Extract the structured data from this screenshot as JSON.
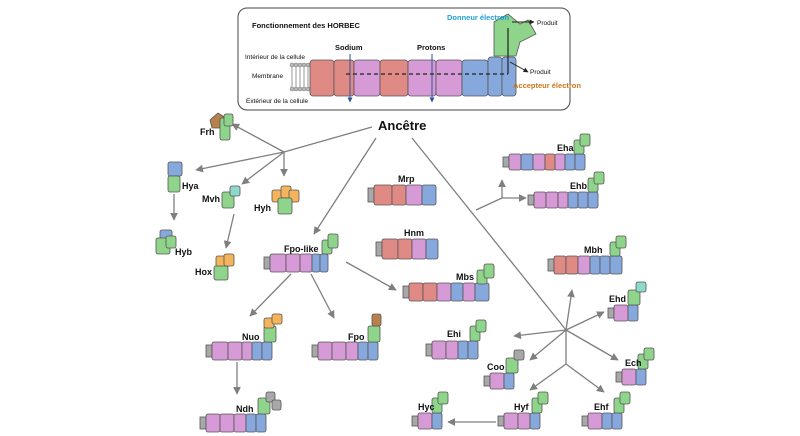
{
  "colors": {
    "red": "#e08a86",
    "purple": "#d69bd6",
    "blue": "#86a8dc",
    "green": "#8ed48a",
    "orange": "#f5b45c",
    "brown": "#b8804a",
    "teal": "#8fd8cc",
    "gray": "#a8a8a8",
    "arrow": "#7f7f7f",
    "donor": "#1f9fd8",
    "acceptor": "#c8771a"
  },
  "inset": {
    "title": "Fonctionnement des HORBEC",
    "inside": "Intérieur de la cellule",
    "membrane": "Membrane",
    "outside": "Extérieur de la cellule",
    "sodium": "Sodium",
    "protons": "Protons",
    "donor": "Donneur électron",
    "acceptor": "Accepteur électron",
    "product_top": "Produit",
    "product_mid": "Produit"
  },
  "root": "Ancêtre",
  "complexes": [
    {
      "id": "frh",
      "label": "Frh"
    },
    {
      "id": "hya",
      "label": "Hya"
    },
    {
      "id": "hyb",
      "label": "Hyb"
    },
    {
      "id": "mvh",
      "label": "Mvh"
    },
    {
      "id": "hyh",
      "label": "Hyh"
    },
    {
      "id": "hox",
      "label": "Hox"
    },
    {
      "id": "mrp",
      "label": "Mrp"
    },
    {
      "id": "hnm",
      "label": "Hnm"
    },
    {
      "id": "fpolike",
      "label": "Fpo-like"
    },
    {
      "id": "mbs",
      "label": "Mbs"
    },
    {
      "id": "nuo",
      "label": "Nuo"
    },
    {
      "id": "fpo",
      "label": "Fpo"
    },
    {
      "id": "ndh",
      "label": "Ndh"
    },
    {
      "id": "eha",
      "label": "Eha"
    },
    {
      "id": "ehb",
      "label": "Ehb"
    },
    {
      "id": "mbh",
      "label": "Mbh"
    },
    {
      "id": "ehd",
      "label": "Ehd"
    },
    {
      "id": "ehi",
      "label": "Ehi"
    },
    {
      "id": "ech",
      "label": "Ech"
    },
    {
      "id": "coo",
      "label": "Coo"
    },
    {
      "id": "hyc",
      "label": "Hyc"
    },
    {
      "id": "hyf",
      "label": "Hyf"
    },
    {
      "id": "ehf",
      "label": "Ehf"
    }
  ]
}
